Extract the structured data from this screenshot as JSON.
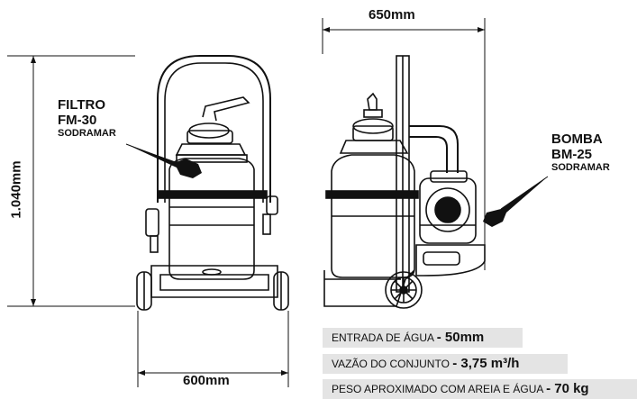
{
  "dimensions": {
    "width_top": "650mm",
    "width_bottom": "600mm",
    "height_left": "1.040mm"
  },
  "filter_label": {
    "line1": "FILTRO",
    "line2": "FM-30",
    "brand": "SODRAMAR"
  },
  "pump_label": {
    "line1": "BOMBA",
    "line2": "BM-25",
    "brand": "SODRAMAR"
  },
  "specs": [
    {
      "label": "ENTRADA DE ÁGUA",
      "value": "- 50mm"
    },
    {
      "label": "VAZÃO DO CONJUNTO",
      "value": "- 3,75 m³/h"
    },
    {
      "label": "PESO APROXIMADO COM AREIA E ÁGUA",
      "value": "- 70 kg"
    }
  ],
  "colors": {
    "line": "#111111",
    "spec_bg": "#e4e4e4"
  }
}
